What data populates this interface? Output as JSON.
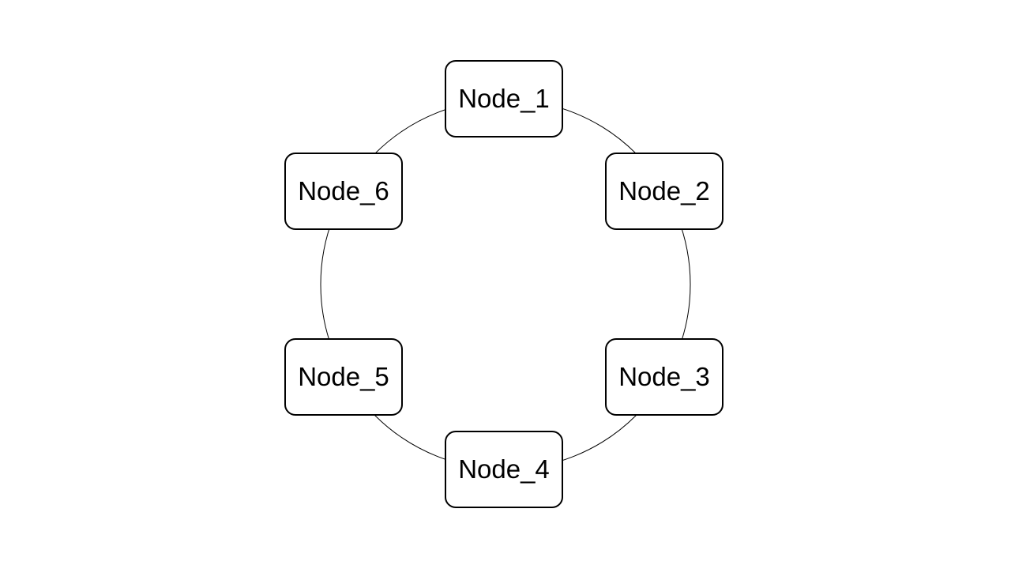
{
  "diagram": {
    "type": "ring",
    "nodes": [
      {
        "label": "Node_1"
      },
      {
        "label": "Node_2"
      },
      {
        "label": "Node_3"
      },
      {
        "label": "Node_4"
      },
      {
        "label": "Node_5"
      },
      {
        "label": "Node_6"
      }
    ],
    "connection_color": "#000000",
    "node_border_color": "#000000",
    "background": "#ffffff"
  }
}
